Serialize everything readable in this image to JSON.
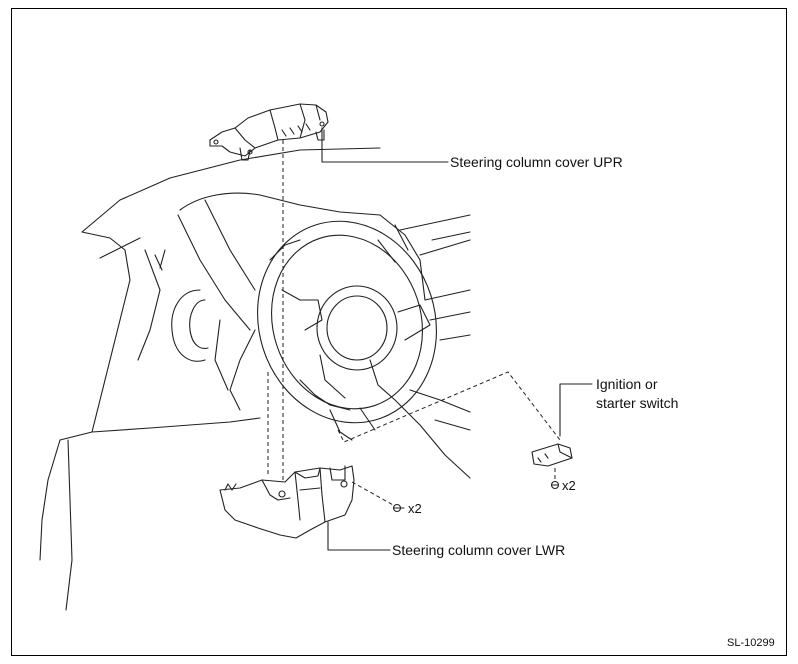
{
  "labels": {
    "upper_cover": "Steering column cover UPR",
    "lower_cover": "Steering column cover LWR",
    "ignition_line1": "Ignition or",
    "ignition_line2": "starter switch",
    "qty_cover_screws": "x2",
    "qty_switch_screws": "x2",
    "figure_id": "SL-10299"
  },
  "colors": {
    "line": "#222222",
    "background": "#ffffff"
  }
}
